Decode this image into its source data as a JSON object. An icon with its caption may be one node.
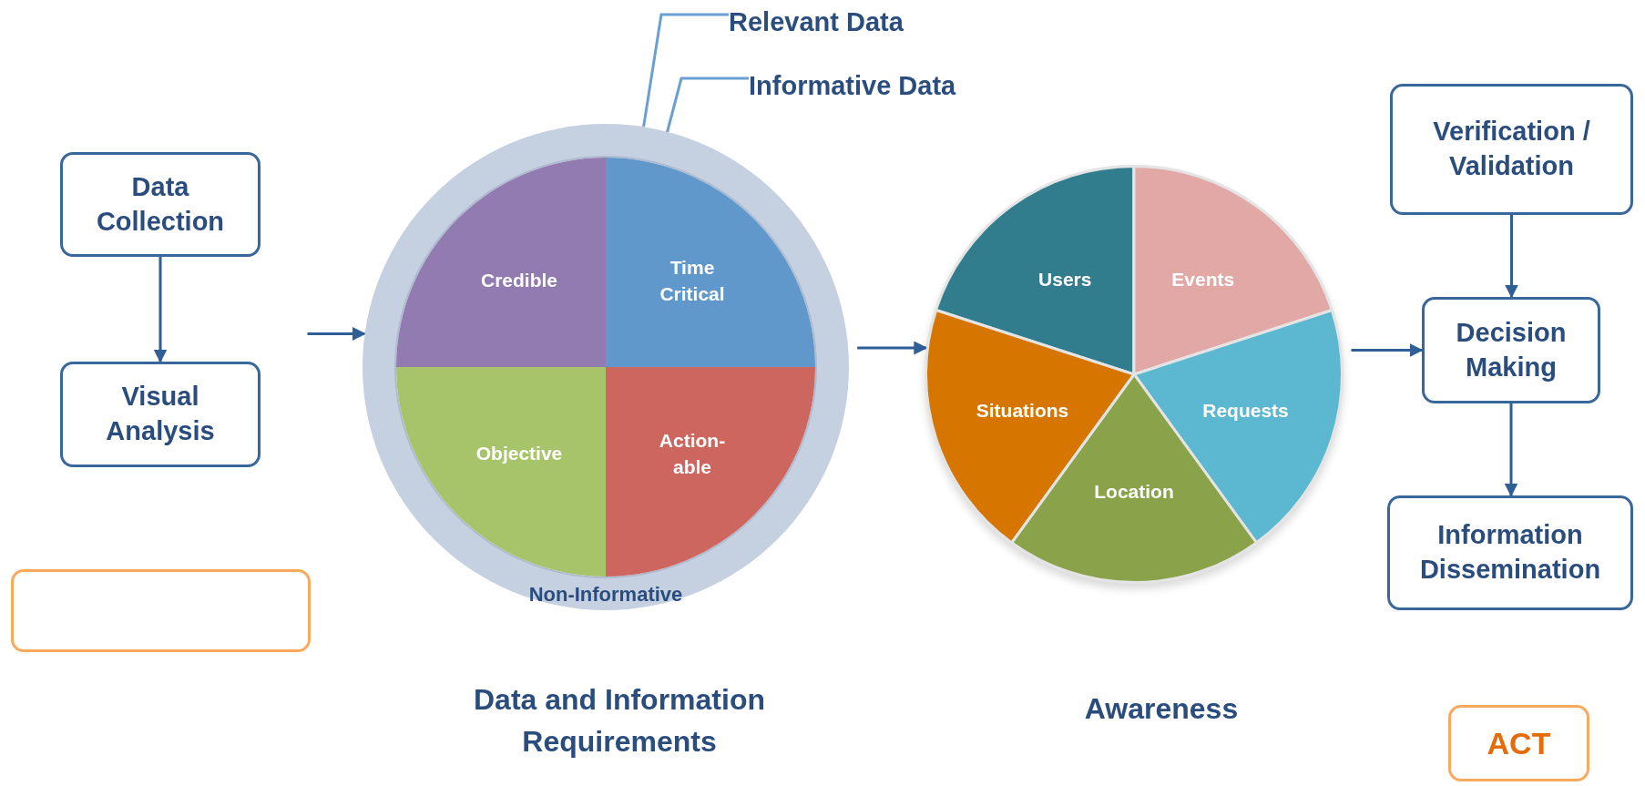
{
  "diagram": {
    "nodes": [
      {
        "text": [
          "Data Collection"
        ]
      },
      {
        "text": [
          "Visual Analysis"
        ]
      },
      {
        "text": [],
        "shape": "box"
      },
      {
        "text": [
          "Relevant Data"
        ]
      },
      {
        "text": [
          "Informative Data"
        ]
      },
      {
        "text": [
          "Non-Informative"
        ],
        "beside": [
          "Data and Information Requirements"
        ]
      },
      {
        "text": [],
        "shape": "circle",
        "in": 5
      },
      {
        "text": [
          "Credible"
        ],
        "in": 6
      },
      {
        "text": [
          "Time Critical"
        ],
        "in": 6
      },
      {
        "text": [
          "Objective"
        ],
        "in": 6
      },
      {
        "text": [
          "Action- able"
        ],
        "in": 6
      },
      {
        "text": [],
        "shape": "circle",
        "beside": [
          "Awareness"
        ]
      },
      {
        "text": [
          "Users"
        ],
        "in": 11
      },
      {
        "text": [
          "Events"
        ],
        "in": 11
      },
      {
        "text": [
          "Situations"
        ],
        "in": 11
      },
      {
        "text": [
          "Requests"
        ],
        "in": 11
      },
      {
        "text": [
          "Location"
        ],
        "in": 11
      },
      {
        "text": [
          "Verification / Validation"
        ]
      },
      {
        "text": [
          "Decision Making"
        ]
      },
      {
        "text": [
          "Information Dissemination"
        ]
      },
      {
        "text": [
          "ACT"
        ]
      }
    ],
    "edges": [
      {
        "from": 0,
        "to": 1,
        "arrow": "to"
      },
      {
        "from": null,
        "to": 5,
        "arrow": "to"
      },
      {
        "from": 5,
        "to": 11,
        "arrow": "to"
      },
      {
        "from": 11,
        "to": 18,
        "arrow": "to"
      },
      {
        "from": 17,
        "to": 18,
        "arrow": "to"
      },
      {
        "from": 18,
        "to": 19,
        "arrow": "to"
      },
      {
        "from": 3,
        "to": 5,
        "arrow": "none"
      },
      {
        "from": 4,
        "to": 6,
        "arrow": "none"
      }
    ]
  }
}
